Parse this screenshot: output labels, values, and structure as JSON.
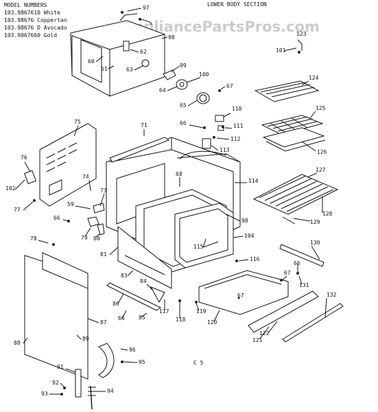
{
  "header": {
    "model_numbers_title": "MODEL NUMBERS",
    "models": [
      "103.9867610 White",
      "103.98676  Coppertan",
      "103.98676 D  Avocado",
      "103.9867660  Gold"
    ],
    "section_title": "LOWER BODY SECTION",
    "watermark": "AppliancePartsPros.com"
  },
  "footer_code": "C 5",
  "parts": [
    "97",
    "98",
    "60",
    "61",
    "62",
    "63",
    "99",
    "100",
    "64",
    "65",
    "67",
    "123",
    "101",
    "124",
    "125",
    "126",
    "127",
    "128",
    "129",
    "110",
    "111",
    "112",
    "113",
    "66",
    "71",
    "75",
    "76",
    "102",
    "77",
    "74",
    "73",
    "59",
    "68",
    "114",
    "79",
    "80",
    "98",
    "104",
    "115",
    "116",
    "81",
    "83",
    "84",
    "130",
    "131",
    "132",
    "67",
    "117",
    "118",
    "119",
    "120",
    "121",
    "122",
    "86",
    "85",
    "87",
    "78",
    "88",
    "89",
    "96",
    "95",
    "91",
    "92",
    "93",
    "94"
  ]
}
